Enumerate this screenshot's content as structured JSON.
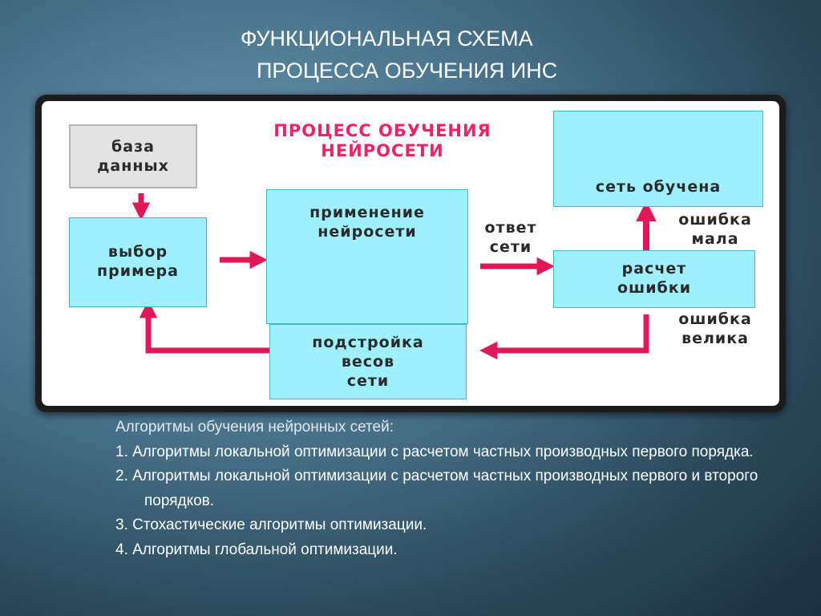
{
  "slide": {
    "title_line1": "ФУНКЦИОНАЛЬНАЯ СХЕМА",
    "title_line2": "ПРОЦЕССА ОБУЧЕНИЯ ИНС"
  },
  "diagram": {
    "title_line1": "ПРОЦЕСС ОБУЧЕНИЯ",
    "title_line2": "НЕЙРОСЕТИ",
    "database": [
      "база",
      "данных"
    ],
    "select_example": [
      "выбор",
      "примера"
    ],
    "apply_network": [
      "применение",
      "нейросети"
    ],
    "network_answer": [
      "ответ",
      "сети"
    ],
    "compute_error": [
      "расчет",
      "ошибки"
    ],
    "error_small": [
      "ошибка",
      "мала"
    ],
    "error_large": [
      "ошибка",
      "велика"
    ],
    "network_trained": "сеть обучена",
    "adjust_weights": [
      "подстройка",
      "весов",
      "сети"
    ],
    "colors": {
      "box_fill": "#9ff0ff",
      "arrow": "#e0185a",
      "trained_nodes": "#1a4fd8",
      "apply_nodes": "#e0185a",
      "title_red": "#ee2266"
    }
  },
  "list": {
    "intro": "Алгоритмы обучения нейронных сетей:",
    "items": [
      "1. Алгоритмы локальной оптимизации с расчетом частных производных первого порядка.",
      "2. Алгоритмы локальной оптимизации с расчетом частных производных первого и второго порядков.",
      "3. Стохастические алгоритмы оптимизации.",
      "4. Алгоритмы глобальной оптимизации."
    ]
  }
}
